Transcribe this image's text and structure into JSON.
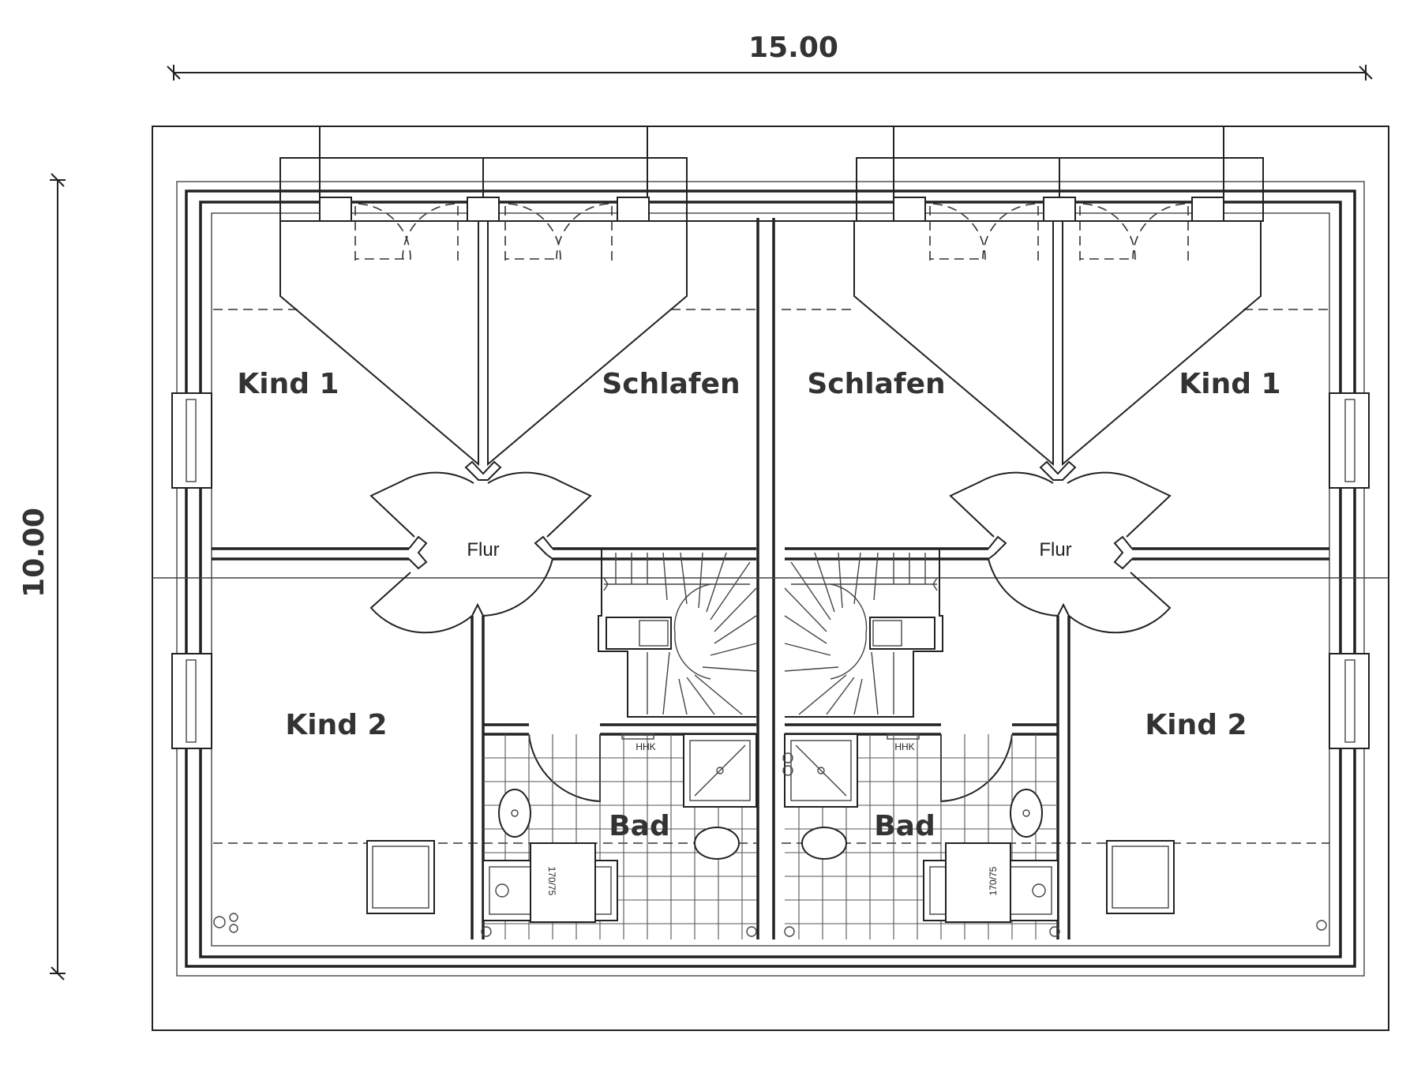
{
  "dimensions": {
    "width_label": "15.00",
    "height_label": "10.00"
  },
  "rooms": {
    "left": {
      "kind1": "Kind 1",
      "schlafen": "Schlafen",
      "flur": "Flur",
      "kind2": "Kind 2",
      "bad": "Bad"
    },
    "right": {
      "kind1": "Kind 1",
      "schlafen": "Schlafen",
      "flur": "Flur",
      "kind2": "Kind 2",
      "bad": "Bad"
    }
  },
  "fixtures": {
    "heater_label": "HHK",
    "bathtub_label": "170/75"
  },
  "colors": {
    "line": "#222222",
    "text": "#333333",
    "background": "#ffffff"
  }
}
